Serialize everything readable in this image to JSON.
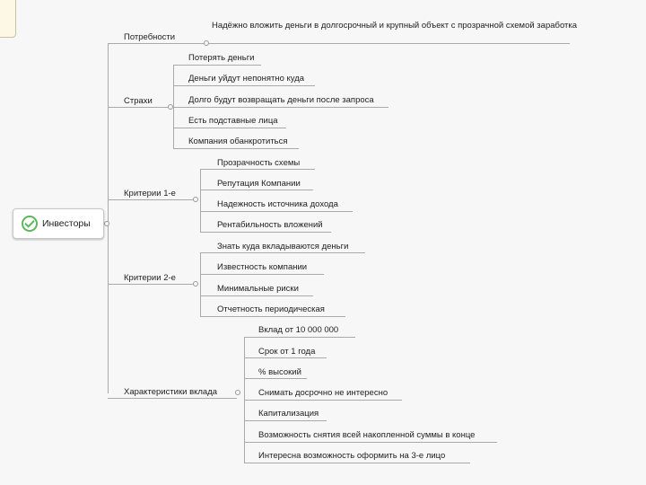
{
  "root": {
    "label": "Инвесторы",
    "icon": "check-circle-icon"
  },
  "branches": [
    {
      "label": "Потребности",
      "items": [
        "Надёжно вложить деньги в долгосрочный и крупный объект с прозрачной схемой заработка"
      ]
    },
    {
      "label": "Страхи",
      "items": [
        "Потерять деньги",
        "Деньги уйдут непонятно куда",
        "Долго будут возвращать деньги после запроса",
        "Есть подставные лица",
        "Компания обанкротиться"
      ]
    },
    {
      "label": "Критерии 1-е",
      "items": [
        "Прозрачность схемы",
        "Репутация Компании",
        "Надежность источника дохода",
        "Рентабильность вложений"
      ]
    },
    {
      "label": "Критерии 2-е",
      "items": [
        "Знать куда вкладываются деньги",
        "Известность компании",
        "Минимальные риски",
        "Отчетность периодическая"
      ]
    },
    {
      "label": "Характеристики вклада",
      "items": [
        "Вклад от 10 000 000",
        "Срок от 1 года",
        "% высокий",
        "Снимать досрочно не интересно",
        "Капитализация",
        "Возможность снятия всей накопленной суммы в конце",
        "Интересна  возможность оформить на 3-е лицо"
      ]
    }
  ],
  "colors": {
    "line": "#a9a9a9",
    "check": "#5cb85c",
    "background": "#f7f7f7"
  }
}
